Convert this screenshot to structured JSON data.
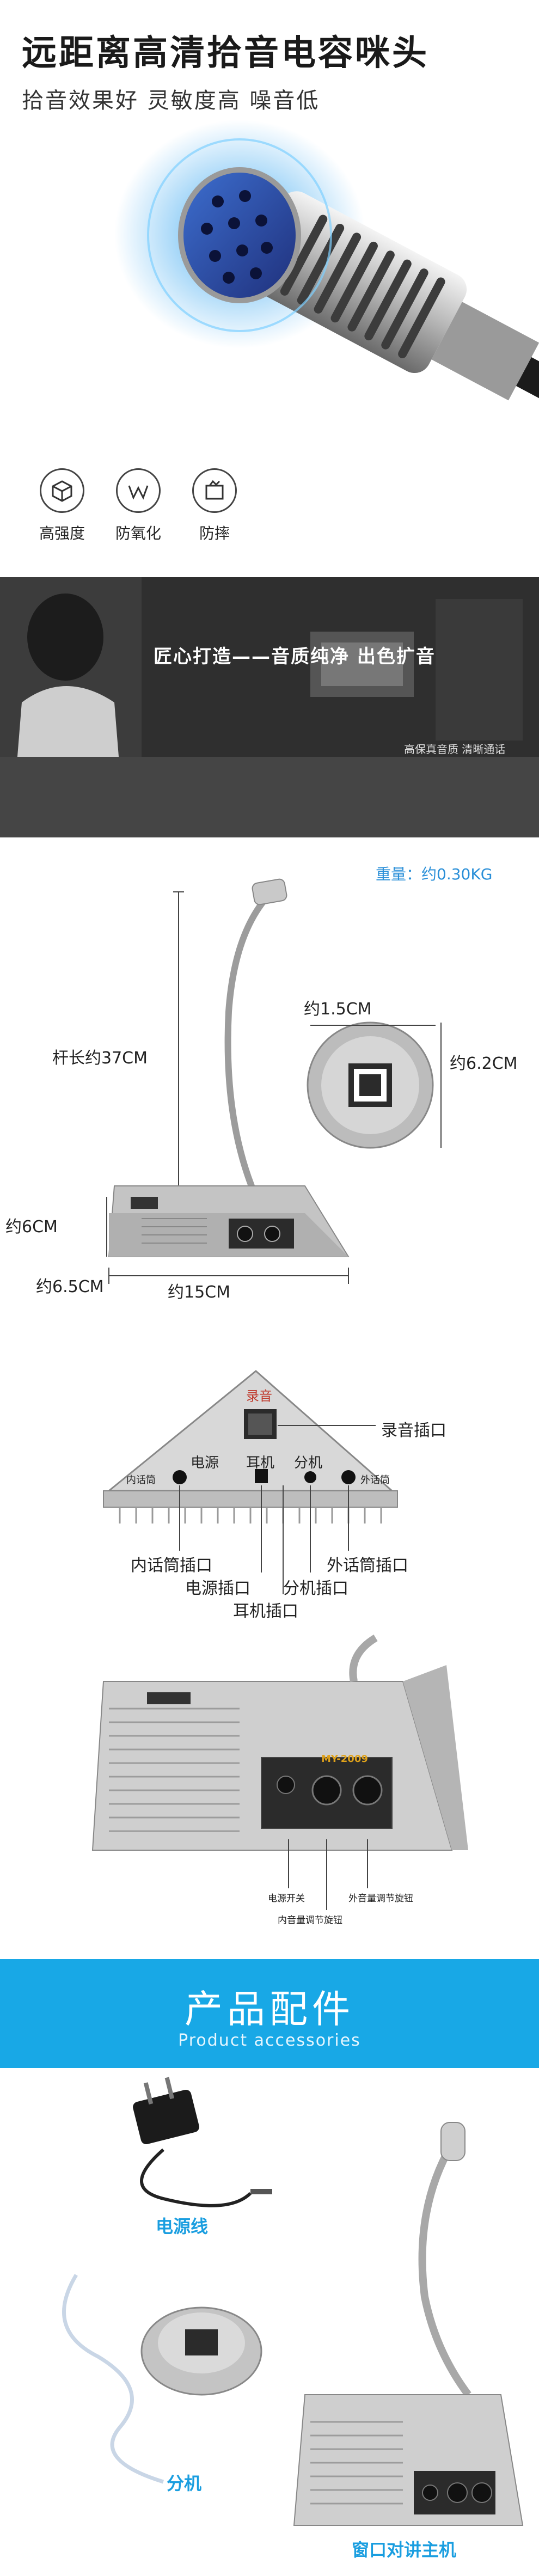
{
  "hero": {
    "title": "远距离高清拾音电容咪头",
    "subtitle": "拾音效果好 灵敏度高 噪音低",
    "features": [
      {
        "icon": "cube-strength-icon",
        "label": "高强度"
      },
      {
        "icon": "wave-shield-icon",
        "label": "防氧化"
      },
      {
        "icon": "crack-box-icon",
        "label": "防摔"
      }
    ]
  },
  "banner": {
    "title": "匠心打造——音质纯净 出色扩音",
    "subtitle": "高保真音质 清晰通话"
  },
  "dimensions": {
    "weight": "重量：约0.30KG",
    "rod_length": "杆长约37CM",
    "height": "约6CM",
    "depth": "约6.5CM",
    "width": "约15CM",
    "ext_thickness": "约1.5CM",
    "ext_diameter": "约6.2CM"
  },
  "panel": {
    "badge": "录音",
    "labels": {
      "power": "电源",
      "earphone": "耳机",
      "extension": "分机",
      "inner_mic": "内话筒",
      "outer_mic": "外话筒"
    },
    "callouts": {
      "record_jack": "录音插口",
      "inner_mic_jack": "内话筒插口",
      "outer_mic_jack": "外话筒插口",
      "power_jack": "电源插口",
      "extension_jack": "分机插口",
      "earphone_jack": "耳机插口"
    }
  },
  "closeup": {
    "brand": "MY-2009",
    "callouts": {
      "power_switch": "电源开关",
      "outer_volume": "外音量调节旋钮",
      "inner_volume": "内音量调节旋钮"
    }
  },
  "accessories": {
    "title": "产品配件",
    "subtitle": "Product accessories",
    "items": [
      "电源线",
      "分机",
      "窗口对讲主机"
    ]
  }
}
